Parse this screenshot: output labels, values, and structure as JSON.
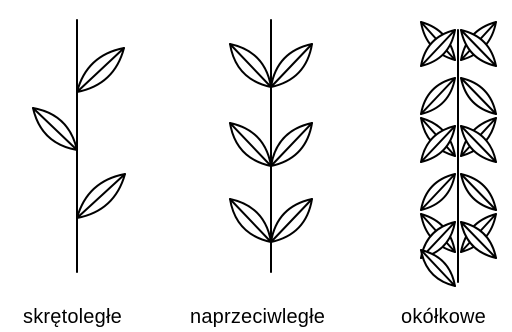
{
  "labels": {
    "spiral": "skrętoległe",
    "opposite": "naprzeciwległe",
    "whorled": "okółkowe"
  },
  "colors": {
    "line": "#000000",
    "background": "#ffffff"
  }
}
